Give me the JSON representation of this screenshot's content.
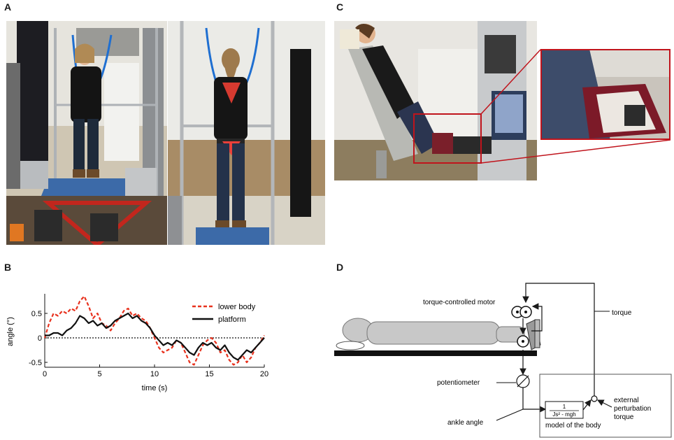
{
  "panels": {
    "a": "A",
    "b": "B",
    "c": "C",
    "d": "D"
  },
  "chart_data": {
    "type": "line",
    "xlabel": "time (s)",
    "ylabel": "angle (°)",
    "xlim": [
      0,
      20
    ],
    "ylim": [
      -0.6,
      0.9
    ],
    "xticks": [
      0,
      5,
      10,
      15,
      20
    ],
    "yticks": [
      -0.5,
      0,
      0.5
    ],
    "zero_line": "dotted",
    "legend_position": "top-right",
    "series": [
      {
        "name": "lower body",
        "color": "#e8321e",
        "style": "dashed",
        "x": [
          0,
          0.4,
          0.8,
          1.2,
          1.6,
          2.0,
          2.4,
          2.8,
          3.2,
          3.6,
          4.0,
          4.4,
          4.8,
          5.2,
          5.6,
          6.0,
          6.4,
          6.8,
          7.2,
          7.6,
          8.0,
          8.4,
          8.8,
          9.2,
          9.6,
          10.0,
          10.4,
          10.8,
          11.2,
          11.6,
          12.0,
          12.4,
          12.8,
          13.2,
          13.6,
          14.0,
          14.4,
          14.8,
          15.2,
          15.6,
          16.0,
          16.4,
          16.8,
          17.2,
          17.6,
          18.0,
          18.4,
          18.8,
          19.2,
          19.6,
          20.0
        ],
        "y": [
          0.0,
          0.3,
          0.5,
          0.45,
          0.55,
          0.5,
          0.6,
          0.55,
          0.75,
          0.85,
          0.65,
          0.4,
          0.5,
          0.3,
          0.25,
          0.15,
          0.3,
          0.4,
          0.55,
          0.6,
          0.45,
          0.5,
          0.4,
          0.35,
          0.2,
          0.0,
          -0.2,
          -0.3,
          -0.25,
          -0.2,
          -0.05,
          -0.1,
          -0.3,
          -0.5,
          -0.55,
          -0.35,
          -0.15,
          -0.05,
          0.0,
          -0.1,
          -0.3,
          -0.25,
          -0.45,
          -0.55,
          -0.5,
          -0.35,
          -0.5,
          -0.4,
          -0.2,
          -0.1,
          0.05
        ]
      },
      {
        "name": "platform",
        "color": "#111111",
        "style": "solid",
        "x": [
          0,
          0.4,
          0.8,
          1.2,
          1.6,
          2.0,
          2.4,
          2.8,
          3.2,
          3.6,
          4.0,
          4.4,
          4.8,
          5.2,
          5.6,
          6.0,
          6.4,
          6.8,
          7.2,
          7.6,
          8.0,
          8.4,
          8.8,
          9.2,
          9.6,
          10.0,
          10.4,
          10.8,
          11.2,
          11.6,
          12.0,
          12.4,
          12.8,
          13.2,
          13.6,
          14.0,
          14.4,
          14.8,
          15.2,
          15.6,
          16.0,
          16.4,
          16.8,
          17.2,
          17.6,
          18.0,
          18.4,
          18.8,
          19.2,
          19.6,
          20.0
        ],
        "y": [
          0.05,
          0.05,
          0.1,
          0.1,
          0.05,
          0.15,
          0.2,
          0.3,
          0.45,
          0.4,
          0.3,
          0.35,
          0.25,
          0.3,
          0.2,
          0.25,
          0.35,
          0.4,
          0.45,
          0.5,
          0.4,
          0.45,
          0.35,
          0.3,
          0.2,
          0.05,
          -0.05,
          -0.15,
          -0.1,
          -0.15,
          -0.05,
          -0.1,
          -0.2,
          -0.3,
          -0.35,
          -0.2,
          -0.1,
          -0.15,
          -0.1,
          -0.2,
          -0.25,
          -0.15,
          -0.3,
          -0.4,
          -0.45,
          -0.35,
          -0.25,
          -0.3,
          -0.2,
          -0.1,
          0.0
        ]
      }
    ]
  },
  "diagram": {
    "motor_label": "torque-controlled motor",
    "torque_label": "torque",
    "potentiometer_label": "potentiometer",
    "ankle_label": "ankle angle",
    "model_label": "model of the body",
    "tf_numerator": "1",
    "tf_denominator": "Js² - mgh",
    "perturbation_label_1": "external",
    "perturbation_label_2": "perturbation",
    "perturbation_label_3": "torque"
  }
}
